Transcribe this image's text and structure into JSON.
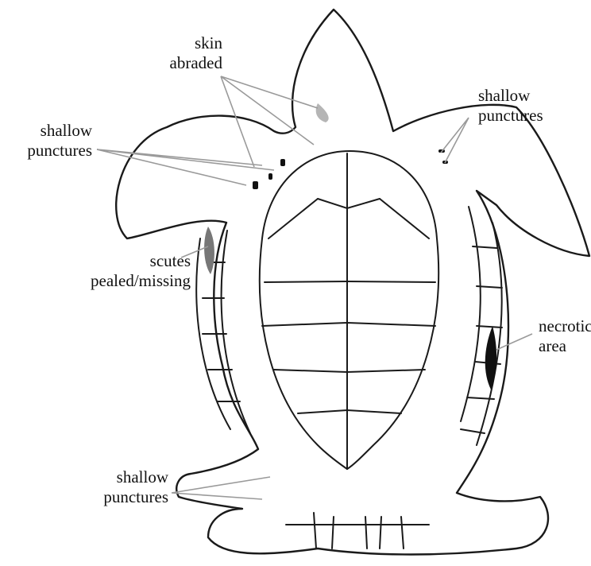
{
  "labels": {
    "skin_abraded": [
      "skin",
      "abraded"
    ],
    "shallow_punctures_right": [
      "shallow",
      "punctures"
    ],
    "shallow_punctures_left": [
      "shallow",
      "punctures"
    ],
    "scutes_pealed": [
      "scutes",
      "pealed/missing"
    ],
    "necrotic_area": [
      "necrotic",
      "area"
    ],
    "shallow_punctures_bottom": [
      "shallow",
      "punctures"
    ]
  }
}
